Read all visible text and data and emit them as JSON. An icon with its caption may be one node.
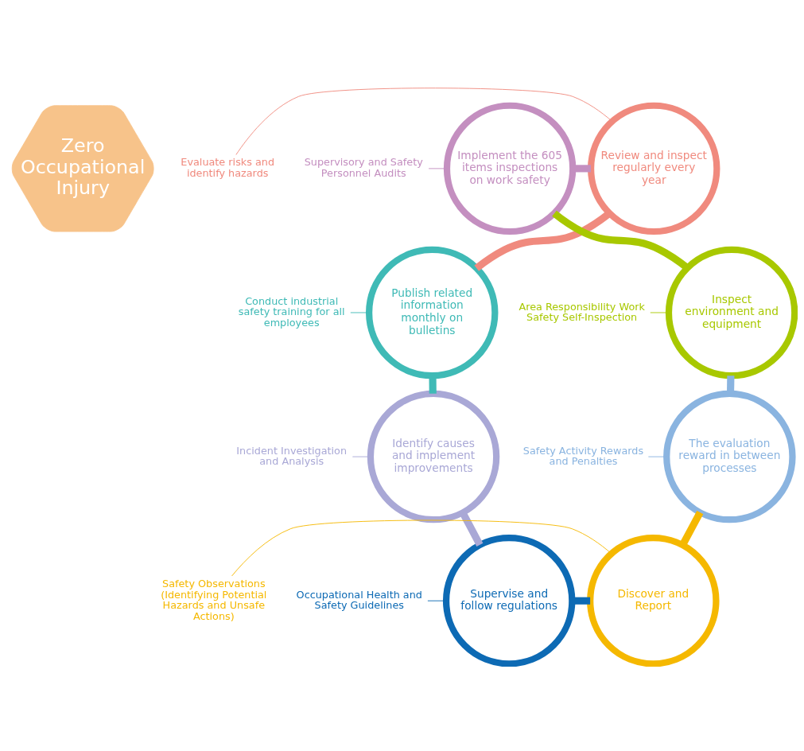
{
  "diagram": {
    "nodes": [
      {
        "text": [
          "Zero Occupational Injury"
        ]
      },
      {
        "text": [
          "Implement the 605 items inspections on work safety"
        ]
      },
      {
        "text": [
          "Review and inspect regularly every year"
        ]
      },
      {
        "text": [
          "Inspect environment and equipment"
        ]
      },
      {
        "text": [
          "Publish related information monthly on bulletins"
        ]
      },
      {
        "text": [
          "The evaluation reward in between processes"
        ]
      },
      {
        "text": [
          "Identify causes and implement improvements"
        ]
      },
      {
        "text": [
          "Discover and Report"
        ]
      },
      {
        "text": [
          "Supervise and follow regulations"
        ]
      },
      {
        "text": [
          "Supervisory and Safety Personnel Audits"
        ]
      },
      {
        "text": [
          "Evaluate risks and identify hazards"
        ]
      },
      {
        "text": [
          "Area Responsibility Work Safety Self-Inspection"
        ]
      },
      {
        "text": [
          "Conduct industrial safety training for all employees"
        ]
      },
      {
        "text": [
          "Safety Activity Rewards and Penalties"
        ]
      },
      {
        "text": [
          "Incident Investigation and Analysis"
        ]
      },
      {
        "text": [
          "Safety Observations (Identifying Potential Hazards and Unsafe Actions)"
        ]
      },
      {
        "text": [
          "Occupational Health and Safety Guidelines"
        ]
      }
    ],
    "edges": [
      {
        "from": 1,
        "to": 2,
        "arrow": "none",
        "style": "thick",
        "color": "#c48fc0"
      },
      {
        "from": 2,
        "to": 4,
        "arrow": "none",
        "style": "thick",
        "color": "#f08a7e"
      },
      {
        "from": 4,
        "to": 6,
        "arrow": "none",
        "style": "thick",
        "color": "#3fbab6"
      },
      {
        "from": 6,
        "to": 8,
        "arrow": "none",
        "style": "thick",
        "color": "#a9a8d6"
      },
      {
        "from": 8,
        "to": 7,
        "arrow": "none",
        "style": "thick",
        "color": "#0d6ab4"
      },
      {
        "from": 7,
        "to": 5,
        "arrow": "none",
        "style": "thick",
        "color": "#f5b800"
      },
      {
        "from": 5,
        "to": 3,
        "arrow": "none",
        "style": "thick",
        "color": "#8ab4e0"
      },
      {
        "from": 3,
        "to": 1,
        "arrow": "none",
        "style": "thick",
        "color": "#a8c800"
      },
      {
        "from": 9,
        "to": 1,
        "arrow": "none",
        "color": "#c48fc0"
      },
      {
        "from": 10,
        "to": 2,
        "arrow": "none",
        "color": "#f08a7e"
      },
      {
        "from": 11,
        "to": 3,
        "arrow": "none",
        "color": "#a8c800"
      },
      {
        "from": 12,
        "to": 4,
        "arrow": "none",
        "color": "#3fbab6"
      },
      {
        "from": 13,
        "to": 5,
        "arrow": "none",
        "color": "#8ab4e0"
      },
      {
        "from": 14,
        "to": 6,
        "arrow": "none",
        "color": "#a9a8d6"
      },
      {
        "from": 15,
        "to": 7,
        "arrow": "none",
        "color": "#f5b800"
      },
      {
        "from": 16,
        "to": 8,
        "arrow": "none",
        "color": "#0d6ab4"
      }
    ]
  }
}
